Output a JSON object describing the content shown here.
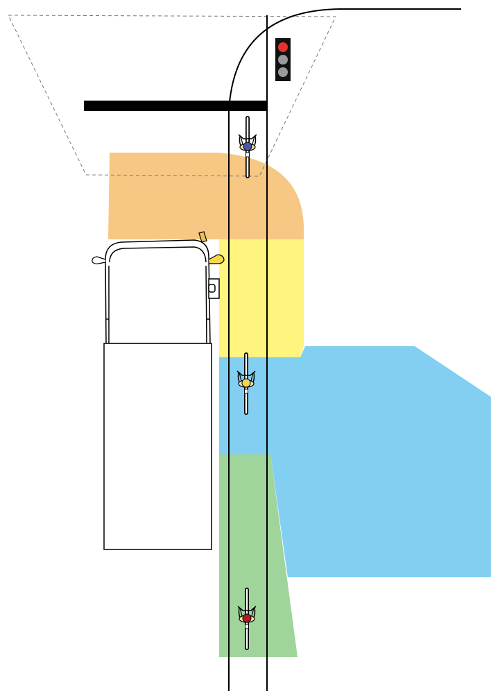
{
  "zones": {
    "orange": {
      "color": "#f7c784"
    },
    "yellow": {
      "color": "#fef47e"
    },
    "blue": {
      "color": "#82cff1"
    },
    "green": {
      "color": "#9fd49a"
    }
  },
  "traffic_light": {
    "housing_color": "#111111",
    "lamps": [
      {
        "state": "on",
        "color": "#e8322c"
      },
      {
        "state": "off",
        "color": "#9a9a9a"
      },
      {
        "state": "off",
        "color": "#9a9a9a"
      }
    ]
  },
  "cyclists": [
    {
      "id": "top",
      "rider_color": "#4a57a6"
    },
    {
      "id": "middle",
      "rider_color": "#f1d263"
    },
    {
      "id": "bottom",
      "rider_color": "#b11d24"
    }
  ],
  "icons": {
    "traffic_light": "traffic-light-icon",
    "truck": "truck-icon",
    "bicycle": "bicycle-icon",
    "mirror": "side-mirror-icon"
  },
  "line_color": "#000000",
  "dashed_color": "#777777"
}
